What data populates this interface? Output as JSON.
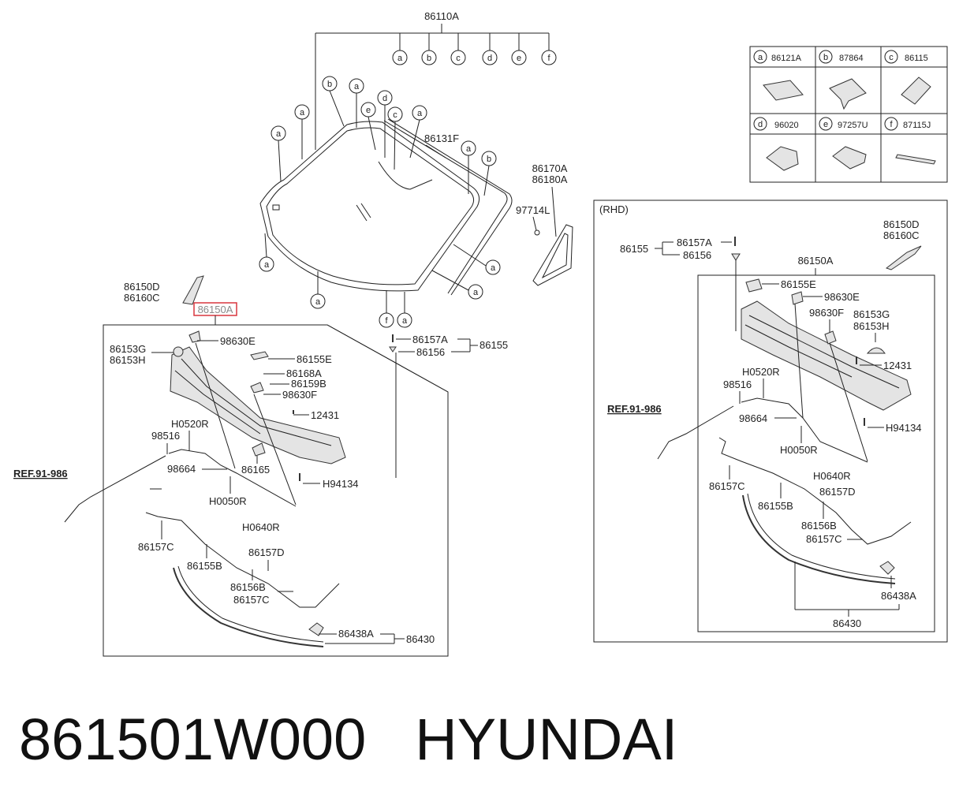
{
  "caption": {
    "part_number": "861501W000",
    "brand": "HYUNDAI"
  },
  "colors": {
    "highlight": "#d9363e",
    "line": "#222222"
  },
  "legend": {
    "rows": [
      [
        {
          "letter": "a",
          "code": "86121A"
        },
        {
          "letter": "b",
          "code": "87864"
        },
        {
          "letter": "c",
          "code": "86115"
        }
      ],
      [
        {
          "letter": "d",
          "code": "96020"
        },
        {
          "letter": "e",
          "code": "97257U"
        },
        {
          "letter": "f",
          "code": "87115J"
        }
      ]
    ]
  },
  "windshield": {
    "assembly": "86110A",
    "top_circles": [
      "a",
      "b",
      "c",
      "d",
      "e",
      "f"
    ],
    "glass_label": "86131F",
    "quarter_glass": [
      "86170A",
      "86180A"
    ],
    "quarter_clip": "97714L"
  },
  "lhd": {
    "title": "86150A",
    "end_cap": [
      "86150D",
      "86160C"
    ],
    "labels": {
      "98630E": "98630E",
      "86153G": "86153G",
      "86153H": "86153H",
      "86155E": "86155E",
      "86168A": "86168A",
      "86159B": "86159B",
      "98630F": "98630F",
      "12431": "12431",
      "H0520R": "H0520R",
      "98516": "98516",
      "ref": "REF.91-986",
      "98664": "98664",
      "86165": "86165",
      "H94134": "H94134",
      "H0050R": "H0050R",
      "H0640R": "H0640R",
      "86157C": "86157C",
      "86155B": "86155B",
      "86157D": "86157D",
      "86156B": "86156B",
      "86157C_2": "86157C",
      "86438A": "86438A",
      "86430": "86430",
      "86157A": "86157A",
      "86156": "86156",
      "86155": "86155"
    }
  },
  "rhd": {
    "tag": "(RHD)",
    "title": "86150A",
    "end_cap": [
      "86150D",
      "86160C"
    ],
    "labels": {
      "86157A": "86157A",
      "86155": "86155",
      "86156": "86156",
      "86155E": "86155E",
      "98630E": "98630E",
      "98630F": "98630F",
      "86153G": "86153G",
      "86153H": "86153H",
      "12431": "12431",
      "H0520R": "H0520R",
      "98516": "98516",
      "ref": "REF.91-986",
      "98664": "98664",
      "H94134": "H94134",
      "H0050R": "H0050R",
      "H0640R": "H0640R",
      "86157C": "86157C",
      "86157D": "86157D",
      "86155B": "86155B",
      "86156B": "86156B",
      "86157C_2": "86157C",
      "86438A": "86438A",
      "86430": "86430"
    }
  }
}
